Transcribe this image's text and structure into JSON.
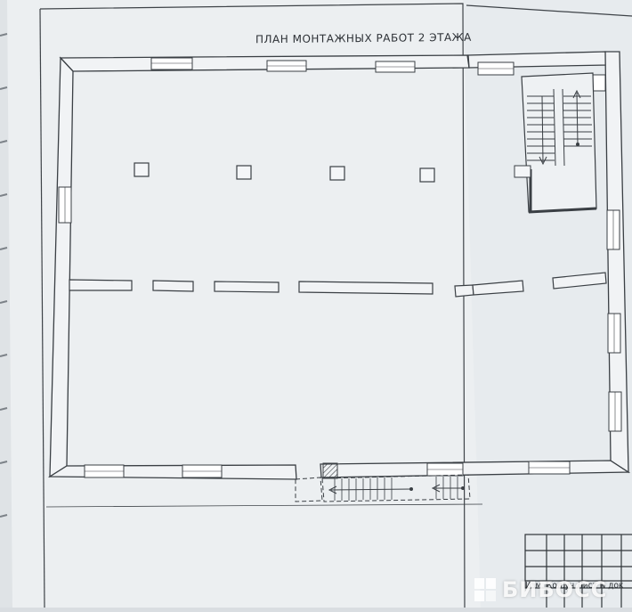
{
  "plan": {
    "title": "ПЛАН МОНТАЖНЫХ РАБОТ 2 ЭТАЖА"
  },
  "title_block": {
    "column_headers": "Изм. Кол.уч Лист N док"
  },
  "watermark": {
    "text": "БИБОСС"
  },
  "colors": {
    "paper": "#edf0f2",
    "line": "#3a3f44",
    "wall_fill": "#f1f3f5"
  }
}
